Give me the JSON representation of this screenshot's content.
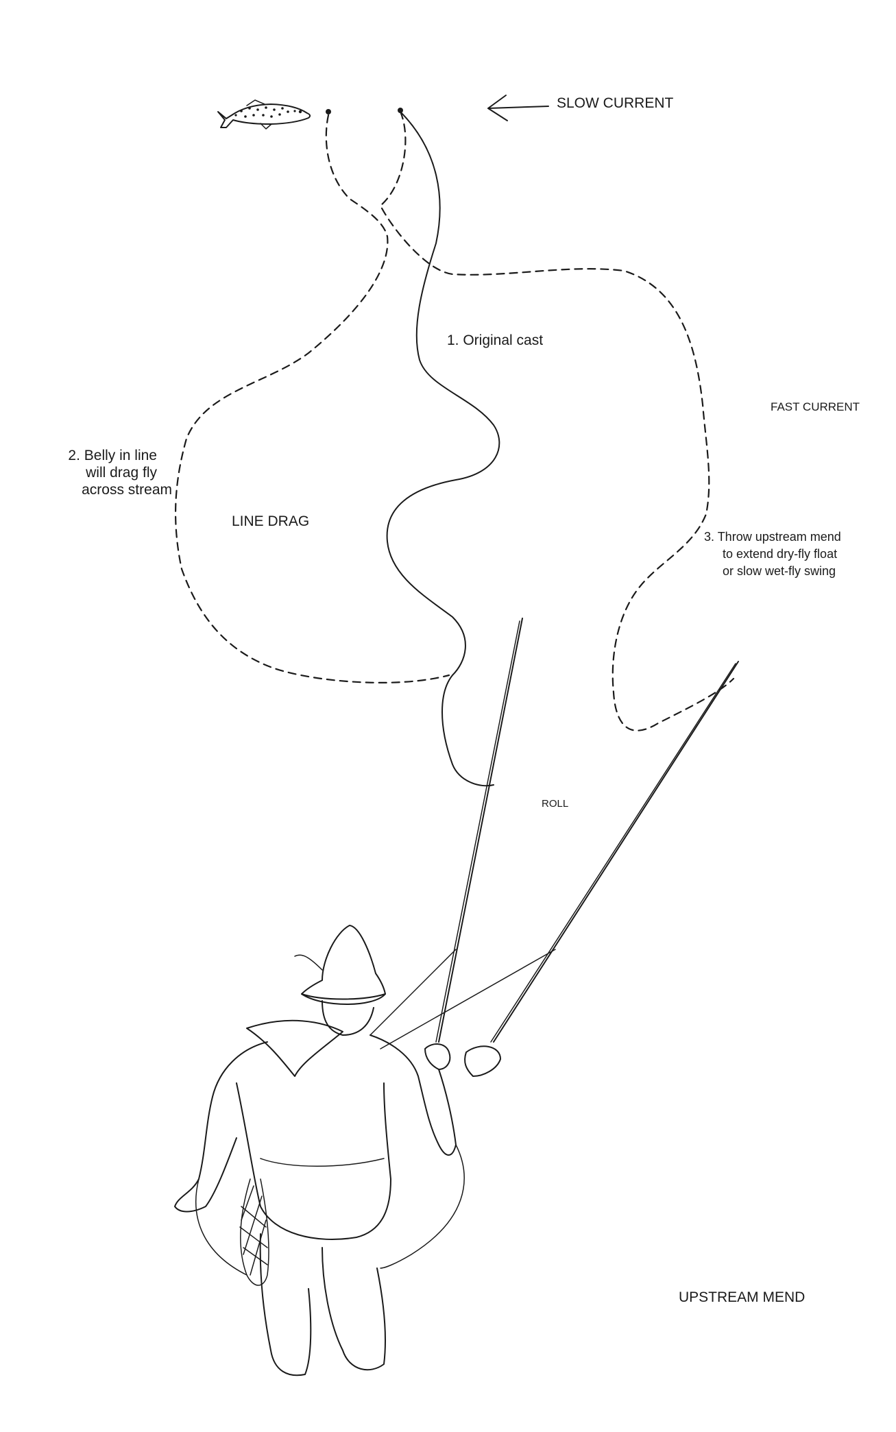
{
  "labels": {
    "slow_current": "SLOW CURRENT",
    "original_cast": "1.  Original cast",
    "fast_current": "FAST CURRENT",
    "belly_line1": "2.  Belly in line",
    "belly_line2": "will drag fly",
    "belly_line3": "across stream",
    "line_drag": "LINE DRAG",
    "mend_line1": "3.  Throw upstream mend",
    "mend_line2": "to extend dry-fly float",
    "mend_line3": "or slow wet-fly swing",
    "roll": "ROLL",
    "upstream_mend": "UPSTREAM MEND"
  },
  "icons": {
    "fish": "trout-icon",
    "arrow": "arrow-left-icon",
    "fly": "fly-icon",
    "angler": "angler-figure"
  },
  "colors": {
    "ink": "#1a1a1a",
    "paper": "#ffffff"
  }
}
